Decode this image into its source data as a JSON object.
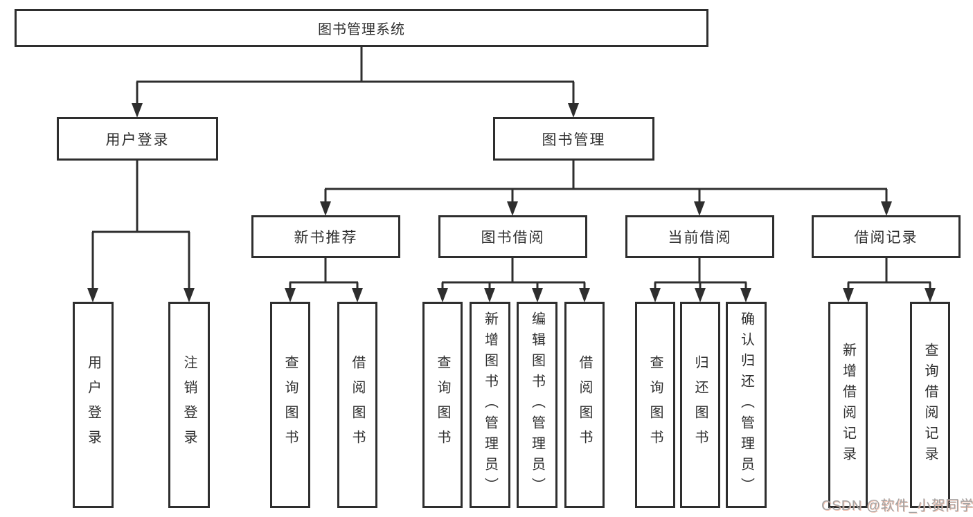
{
  "nodes": {
    "root": {
      "label": "图书管理系统"
    },
    "level2": [
      {
        "label": "用户登录"
      },
      {
        "label": "图书管理"
      }
    ],
    "level3": [
      {
        "label": "新书推荐"
      },
      {
        "label": "图书借阅"
      },
      {
        "label": "当前借阅"
      },
      {
        "label": "借阅记录"
      }
    ],
    "leaves": [
      {
        "label": "用户登录"
      },
      {
        "label": "注销登录"
      },
      {
        "label": "查询图书"
      },
      {
        "label": "借阅图书"
      },
      {
        "label": "查询图书"
      },
      {
        "label": "新增图书（管理员）"
      },
      {
        "label": "编辑图书（管理员）"
      },
      {
        "label": "借阅图书"
      },
      {
        "label": "查询图书"
      },
      {
        "label": "归还图书"
      },
      {
        "label": "确认归还（管理员）"
      },
      {
        "label": "新增借阅记录"
      },
      {
        "label": "查询借阅记录"
      }
    ]
  },
  "watermark": {
    "text": "CSDN @软件_小贺同学"
  },
  "colors": {
    "line": "#2e2e2e",
    "text": "#2f2f2f",
    "background": "#ffffff",
    "watermark": "#9d9d9d",
    "watermark_shadow": "#f3c0ae"
  }
}
